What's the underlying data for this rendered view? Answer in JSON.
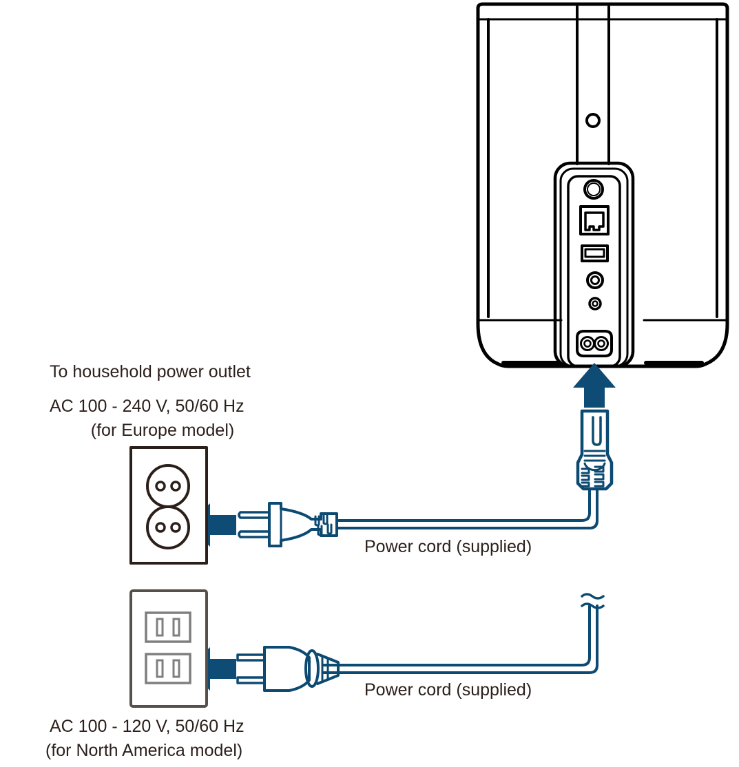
{
  "diagram": {
    "title": "Power cord connection diagram",
    "colors": {
      "cord_blue": "#0c4a72",
      "arrow_blue": "#0f4c75",
      "outline_black": "#000000",
      "text_brown": "#2b1f1a",
      "outlet_gray": "#7f7f7f",
      "background": "#ffffff"
    },
    "labels": {
      "household_outlet": "To household power outlet",
      "europe_voltage": "AC 100 - 240 V, 50/60 Hz",
      "europe_model": "(for Europe model)",
      "north_america_voltage": "AC 100 - 120 V, 50/60 Hz",
      "north_america_model": "(for North America model)",
      "power_cord_europe": "Power cord (supplied)",
      "power_cord_north_america": "Power cord (supplied)"
    },
    "device": {
      "name": "wireless speaker rear view",
      "ports": [
        {
          "name": "update-button",
          "type": "recessed-button"
        },
        {
          "name": "network-port",
          "type": "rj45-ethernet"
        },
        {
          "name": "usb-port",
          "type": "usb-type-a"
        },
        {
          "name": "audio-in-jack",
          "type": "3.5mm-jack"
        },
        {
          "name": "reset-pinhole",
          "type": "pinhole"
        },
        {
          "name": "ac-inlet",
          "type": "iec-c8-figure-8"
        }
      ]
    },
    "outlets": [
      {
        "name": "europe-outlet",
        "region": "Europe",
        "socket_type": "CEE 7/16 round recess",
        "socket_count": 2
      },
      {
        "name": "north-america-outlet",
        "region": "North America",
        "socket_type": "NEMA 1-15 flat blade",
        "socket_count": 2
      }
    ],
    "plugs": [
      {
        "name": "europe-plug",
        "type": "europlug CEE 7/16",
        "prongs": 2
      },
      {
        "name": "north-america-plug",
        "type": "NEMA 1-15P",
        "prongs": 2
      }
    ],
    "arrows": [
      {
        "name": "ac-inlet-arrow",
        "direction": "up"
      },
      {
        "name": "europe-plug-arrow",
        "direction": "left"
      },
      {
        "name": "north-america-plug-arrow",
        "direction": "left"
      }
    ]
  }
}
